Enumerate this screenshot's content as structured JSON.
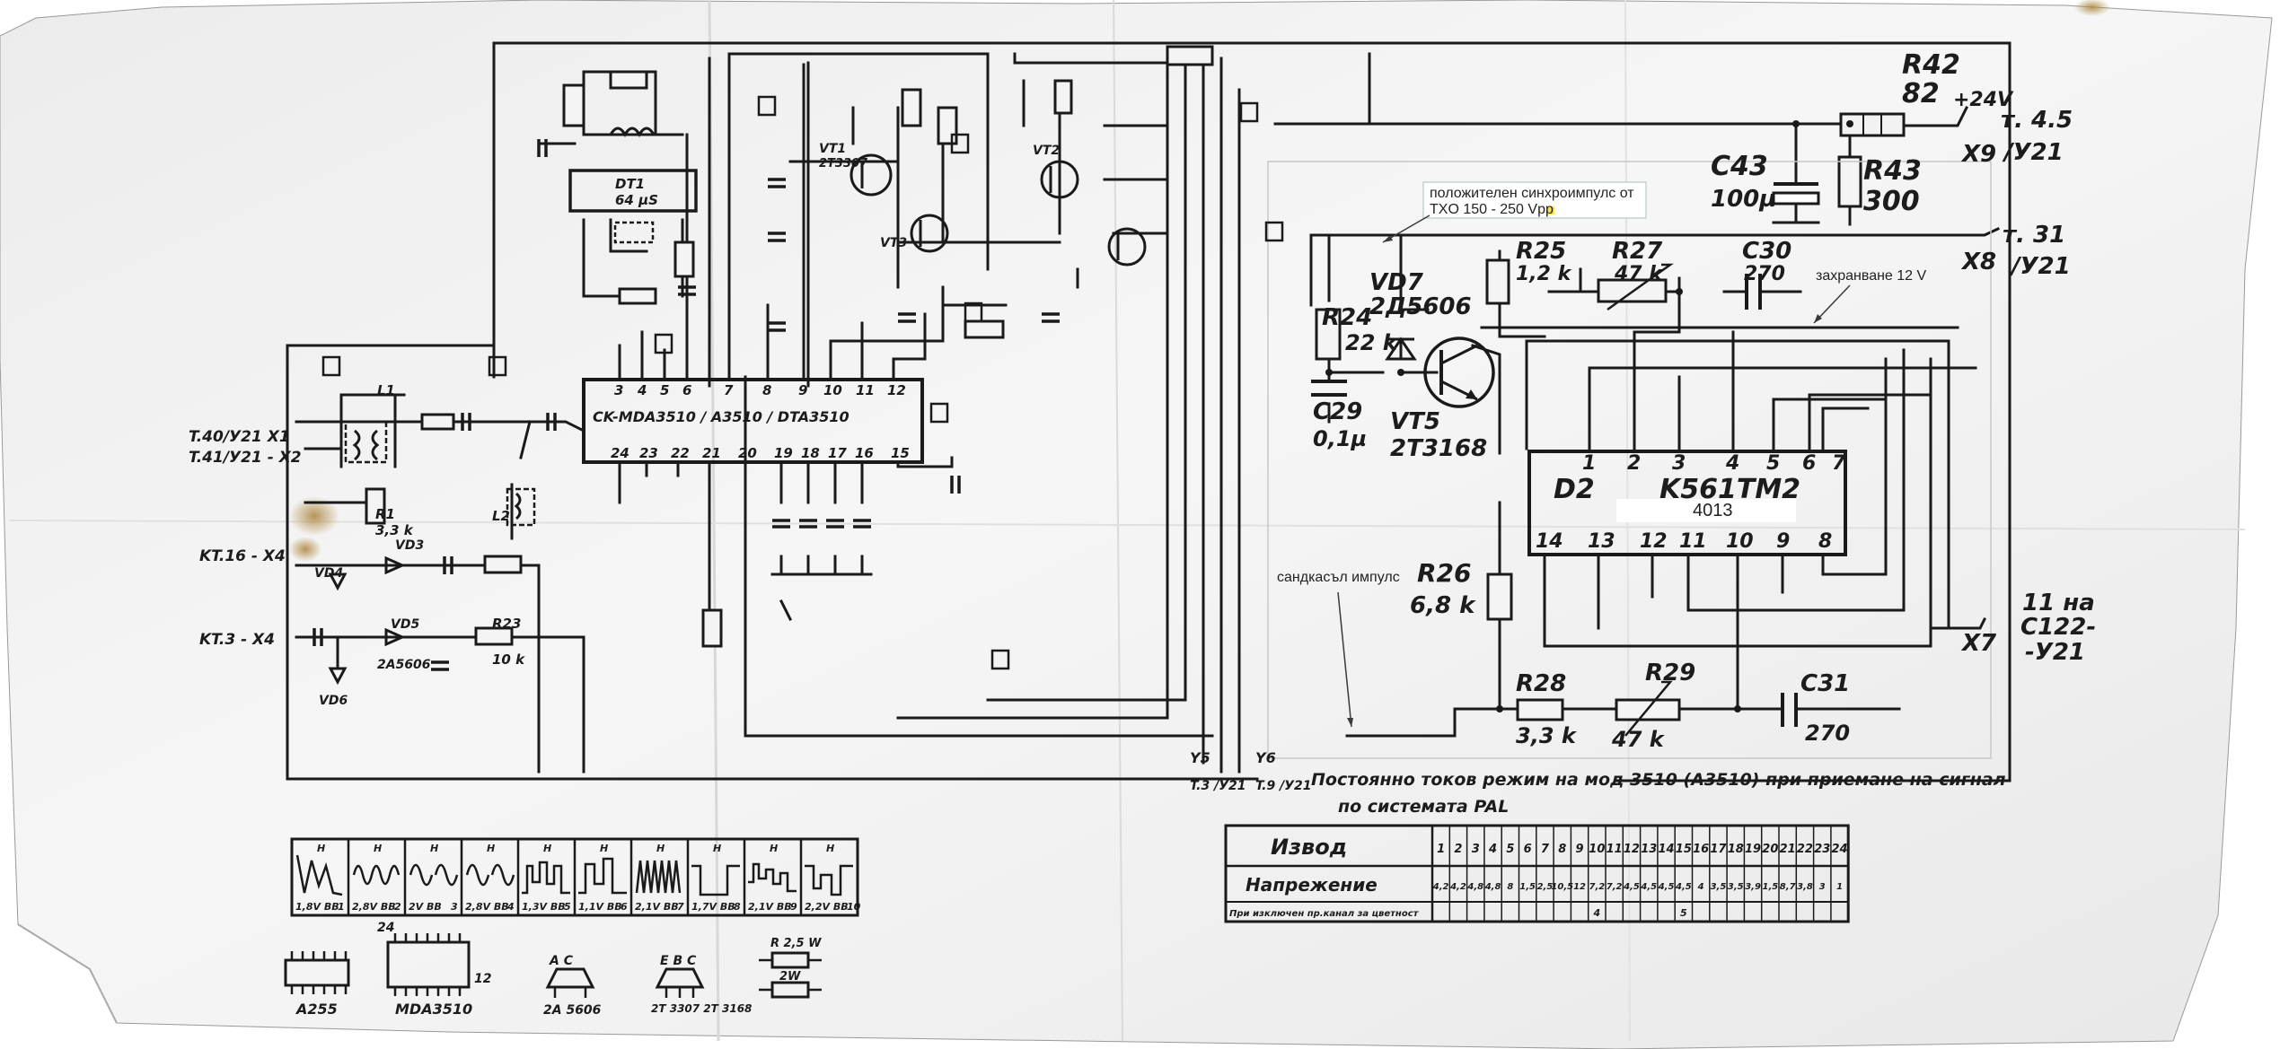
{
  "annotations": {
    "sync_pulse_line1": "положителен синхроимпулс от",
    "sync_pulse_line2": "TXO 150 - 250 Vpp",
    "supply_12v": "захранване 12 V",
    "sandcastle": "сандкасъл импулс",
    "ic_4013": "4013"
  },
  "components": {
    "r42": "R42",
    "r42_val": "82",
    "plus24": "+24V",
    "t45": "т. 4.5",
    "y21_a": "/У21",
    "x9": "X9",
    "c43": "C43",
    "c43_val": "100µ",
    "r43": "R43",
    "r43_val": "300",
    "t31": "т. 31",
    "y21_b": "/У21",
    "x8": "X8",
    "r25": "R25",
    "r25_val": "1,2 k",
    "r27": "R27",
    "r27_val": "47 k",
    "c30": "C30",
    "c30_val": "270",
    "vd7": "VD7",
    "vd7_val": "2Д5606",
    "r24": "R24",
    "r24_val": "22 k",
    "c29": "C29",
    "c29_val": "0,1µ",
    "vt5": "VT5",
    "vt5_val": "2T3168",
    "d2": "D2",
    "d2_type": "K561TM2",
    "r26": "R26",
    "r26_val": "6,8 k",
    "r28": "R28",
    "r28_val": "3,3 k",
    "r29": "R29",
    "r29_val": "47 k",
    "c31": "C31",
    "c31_val": "270",
    "x7": "X7",
    "x7_note1": "11 на",
    "x7_note2": "C122-",
    "x7_note3": "-У21",
    "main_ic": "CK-MDA3510 / A3510 / DTA3510",
    "kt16": "KT.16 - X4",
    "kt3": "KT.3 - X4",
    "t40": "T.40/У21 X1",
    "t41": "T.41/У21 - X2",
    "l1": "L1",
    "l2": "L2",
    "dt1": "DT1",
    "dt1_val": "64 µS",
    "r1": "R1",
    "r1_val": "3,3 k",
    "vd3": "VD3",
    "vd4": "VD4",
    "vd5": "VD5",
    "vd6": "VD6",
    "diode_type": "2A5606",
    "r23": "R23",
    "r23_val": "10 k",
    "vt1": "VT1",
    "vt1_val": "2T3307",
    "vt2": "VT2",
    "vt3": "VT3",
    "y5": "Y5",
    "y6": "Y6",
    "y5_note": "T.3 /У21",
    "y6_note": "T.9 /У21"
  },
  "ic_pins": {
    "top": [
      "1",
      "2",
      "3",
      "4",
      "5",
      "6",
      "7"
    ],
    "bottom": [
      "14",
      "13",
      "12",
      "11",
      "10",
      "9",
      "8"
    ]
  },
  "main_ic_pins": {
    "top": [
      "3",
      "4",
      "5",
      "6",
      "7",
      "8",
      "9",
      "10",
      "11",
      "12"
    ],
    "bottom": [
      "24",
      "23",
      "22",
      "21",
      "20",
      "19",
      "18",
      "17",
      "16",
      "15"
    ]
  },
  "bottom_note": {
    "line1": "Постоянно токов режим на мод 3510 (A3510) при приемане на сигнал",
    "line2": "по системата PAL"
  },
  "waveforms": {
    "labels": [
      "1,8V BB",
      "2,8V BB",
      "2V BB",
      "2,8V BB",
      "1,3V BB",
      "1,1V BB",
      "2,1V BB",
      "1,7V BB",
      "2,1V BB",
      "2,2V BB"
    ],
    "pins": [
      "1",
      "2",
      "3",
      "4",
      "5",
      "6",
      "7",
      "8",
      "9",
      "10"
    ],
    "unit": "H"
  },
  "voltage_table": {
    "header": "Извод",
    "row_label": "Напрежение",
    "row3_label": "При изключен пр.канал за цветност",
    "pins": [
      "1",
      "2",
      "3",
      "4",
      "5",
      "6",
      "7",
      "8",
      "9",
      "10",
      "11",
      "12",
      "13",
      "14",
      "15",
      "16",
      "17",
      "18",
      "19",
      "20",
      "21",
      "22",
      "23",
      "24"
    ],
    "voltages": [
      "4,2",
      "4,2",
      "4,8",
      "4,8",
      "8",
      "1,5",
      "2,5",
      "10,5",
      "12",
      "7,2",
      "7,2",
      "4,5",
      "4,5",
      "4,5",
      "4,5",
      "4",
      "3,5",
      "3,5",
      "3,9",
      "1,5",
      "8,7",
      "3,8",
      "3",
      "1"
    ],
    "row3_values": [
      "4",
      "5"
    ]
  },
  "package_labels": {
    "p1": "A255",
    "p2": "MDA3510",
    "p2_pin_a": "24",
    "p2_pin_b": "12",
    "p3": "2A 5606",
    "p3_pins": "A  C",
    "p4": "2T 3307 2T 3168",
    "p4_pins": "E B C",
    "p5_top": "R 2,5 W",
    "p5_bottom": "2W"
  }
}
